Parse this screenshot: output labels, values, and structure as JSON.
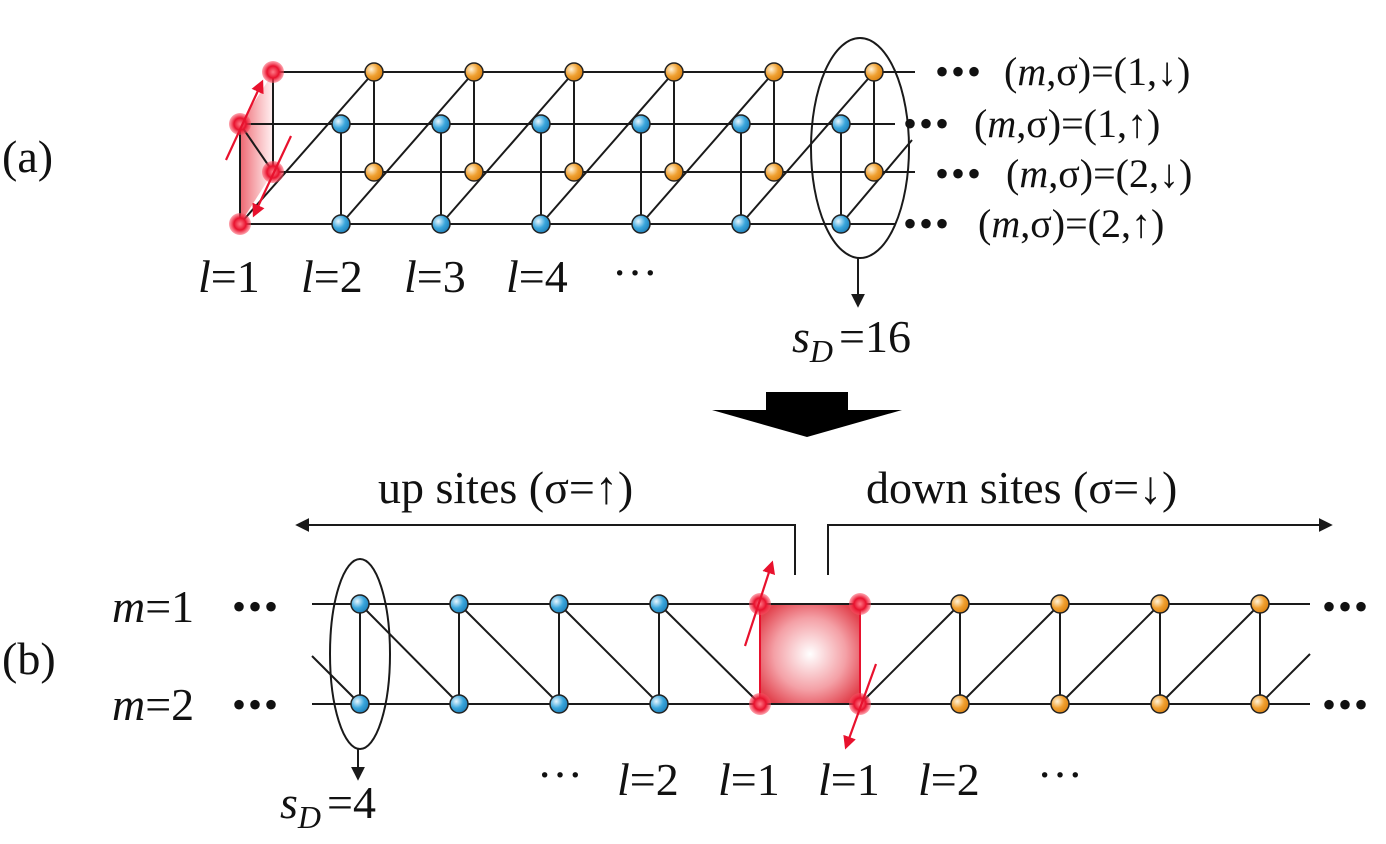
{
  "panel_a": {
    "label": "(a)",
    "row_labels": [
      {
        "var": "m",
        "rest": ",σ)=(1,↓)"
      },
      {
        "var": "m",
        "rest": ",σ)=(1,↑)"
      },
      {
        "var": "m",
        "rest": ",σ)=(2,↓)"
      },
      {
        "var": "m",
        "rest": ",σ)=(2,↑)"
      }
    ],
    "row_prefix": "(",
    "dots": "•••",
    "l_labels": [
      {
        "var": "l",
        "rest": "=1"
      },
      {
        "var": "l",
        "rest": "=2"
      },
      {
        "var": "l",
        "rest": "=3"
      },
      {
        "var": "l",
        "rest": "=4"
      }
    ],
    "ellipsis": "···",
    "sd": {
      "var": "s",
      "sub": "D",
      "value": "=16"
    }
  },
  "panel_b": {
    "label": "(b)",
    "up_label": "up sites (σ=↑)",
    "down_label": "down sites (σ=↓)",
    "m_labels": [
      {
        "var": "m",
        "rest": "=1"
      },
      {
        "var": "m",
        "rest": "=2"
      }
    ],
    "dots": "•••",
    "l_labels": [
      {
        "var": "l",
        "rest": "=2"
      },
      {
        "var": "l",
        "rest": "=1"
      },
      {
        "var": "l",
        "rest": "=1"
      },
      {
        "var": "l",
        "rest": "=2"
      }
    ],
    "ellipsis": "···",
    "sd": {
      "var": "s",
      "sub": "D",
      "value": "=4"
    }
  },
  "colors": {
    "up_site": "#3aa6dc",
    "down_site": "#f0a030",
    "red_site": "#e8112d",
    "spin_arrow": "#e8112d",
    "bond": "#1a1a1a"
  }
}
